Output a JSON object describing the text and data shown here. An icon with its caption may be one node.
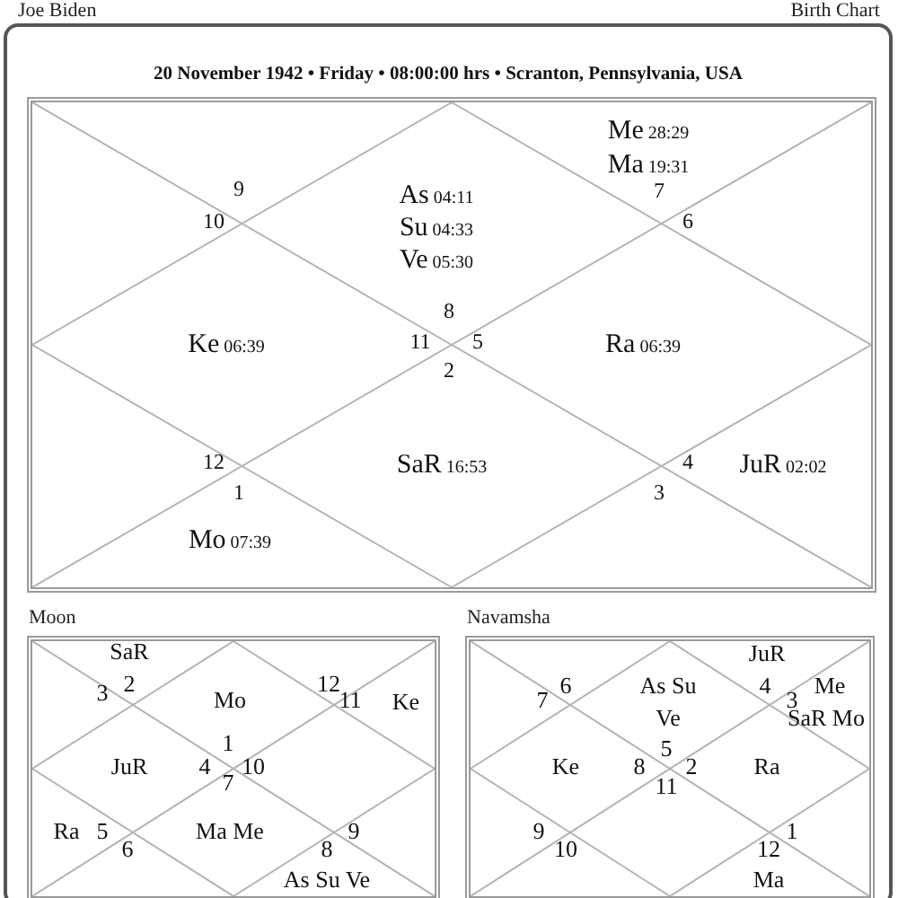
{
  "diagram": {
    "nodes": [
      {
        "text": [
          "20 November 1942 • Friday • 08:00:00 hrs • Scranton, Pennsylvania, USA"
        ]
      },
      {
        "text": [],
        "shape": "box",
        "in": 0
      },
      {
        "text": [
          "Moon"
        ],
        "in": 0
      },
      {
        "text": [
          "Navamsha"
        ],
        "in": 0
      }
    ],
    "labels": [
      "Joe Biden",
      "Birth Chart",
      "Me 28:29",
      "Ma 19:31",
      "9",
      "10",
      "As 04:11",
      "Su 04:33",
      "Ve 05:30",
      "7",
      "6",
      "8",
      "Ke 06:39",
      "11",
      "5",
      "Ra 06:39",
      "2",
      "12",
      "SaR 16:53",
      "4",
      "JuR 02:02",
      "1",
      "3",
      "Mo 07:39",
      "SaR",
      "2",
      "3",
      "Mo",
      "12",
      "11",
      "Ke",
      "1",
      "JuR",
      "4",
      "10",
      "7",
      "Ra",
      "5",
      "Ma Me",
      "9",
      "6",
      "8",
      "As Su Ve",
      "JuR",
      "6",
      "As Su",
      "4",
      "Me",
      "7",
      "3",
      "Ve",
      "SaR Mo",
      "5",
      "Ke",
      "8",
      "2",
      "Ra",
      "11",
      "9",
      "1",
      "10",
      "12",
      "Ma"
    ]
  }
}
